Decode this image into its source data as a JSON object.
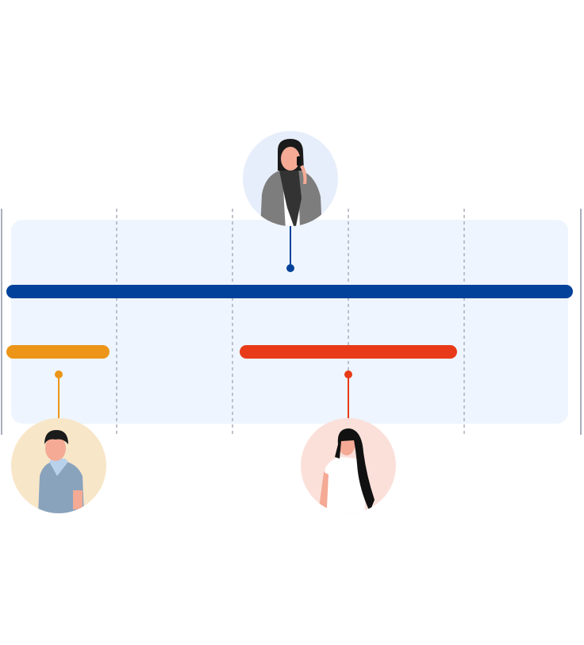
{
  "colors": {
    "panel": "#eef5fe",
    "primary_bar": "#03429a",
    "orange_bar": "#ec9518",
    "red_bar": "#e83a18",
    "divider": "#a9aebb",
    "avatar_top_bg": "#e7eefb",
    "avatar_left_bg": "#f8e6c8",
    "avatar_right_bg": "#fbe0da"
  },
  "icons": {
    "top": "person-on-phone-avatar",
    "left": "man-avatar",
    "right": "woman-avatar"
  }
}
